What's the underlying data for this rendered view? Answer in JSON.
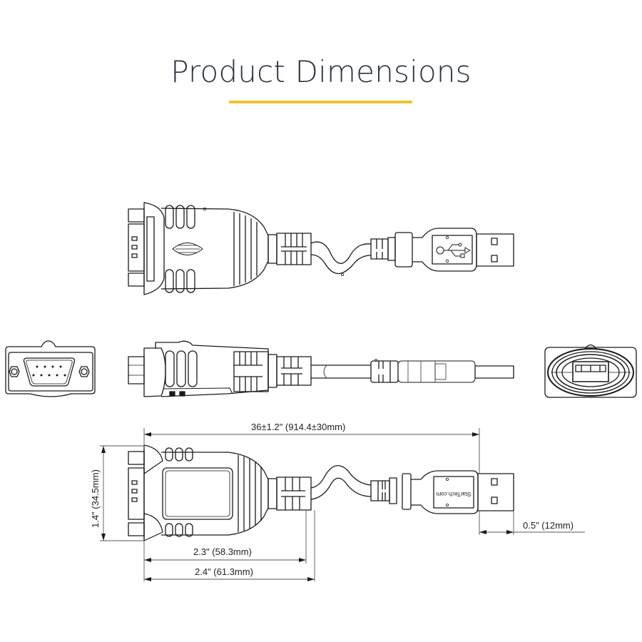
{
  "header": {
    "title": "Product Dimensions",
    "accent_color": "#f1c231"
  },
  "views": {
    "top_view": "USB to DB9 serial adapter cable - top view",
    "side_view": "USB to DB9 serial adapter cable - side view",
    "db9_end_view": "DB9 male connector - end view",
    "usb_end_view": "USB-A connector - end view",
    "bottom_view": "USB to DB9 serial adapter cable - dimensioned view"
  },
  "labels": {
    "brand_on_usb": "StarTech.com"
  },
  "dimensions": {
    "cable_length": "36±1.2\" (914.4±30mm)",
    "connector_height": "1.4\" (34.5mm)",
    "body_length": "2.3\" (58.3mm)",
    "overall_housing_length": "2.4\" (61.3mm)",
    "usb_plug_length": "0.5\" (12mm)"
  },
  "colors": {
    "line": "#1a1a1a",
    "thin_line": "#777777",
    "title_text": "#2b3440"
  }
}
